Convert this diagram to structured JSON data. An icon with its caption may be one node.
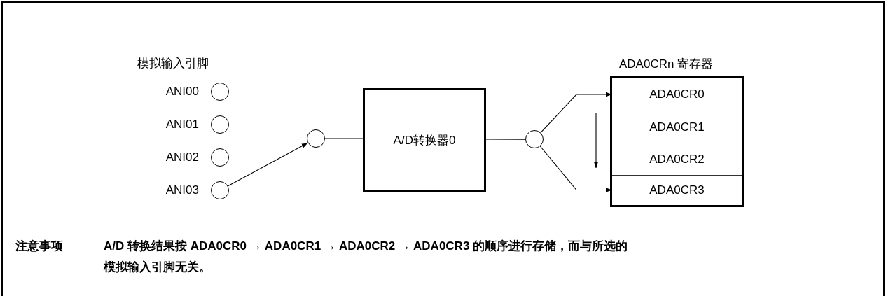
{
  "diagram": {
    "nodes": [
      {
        "text": [],
        "shape": "circle",
        "beside": [
          "ANI00"
        ]
      },
      {
        "text": [],
        "shape": "circle",
        "beside": [
          "ANI01"
        ]
      },
      {
        "text": [],
        "shape": "circle",
        "beside": [
          "ANI02"
        ]
      },
      {
        "text": [],
        "shape": "circle",
        "beside": [
          "ANI03"
        ]
      },
      {
        "text": [],
        "shape": "circle"
      },
      {
        "text": [
          "A/D转换器0"
        ]
      },
      {
        "text": [],
        "shape": "circle"
      },
      {
        "text": [
          "ADA0CRn 寄存器"
        ]
      },
      {
        "text": [
          "ADA0CR0"
        ],
        "in": 7
      },
      {
        "text": [
          "ADA0CR1"
        ],
        "in": 7
      },
      {
        "text": [
          "ADA0CR2"
        ],
        "in": 7
      },
      {
        "text": [
          "ADA0CR3"
        ],
        "in": 7
      }
    ],
    "edges": [
      {
        "from": 3,
        "to": 4,
        "arrow": "to"
      },
      {
        "from": 4,
        "to": 5,
        "arrow": "none"
      },
      {
        "from": 5,
        "to": 6,
        "arrow": "none"
      },
      {
        "from": 6,
        "to": 8,
        "arrow": "to"
      },
      {
        "from": 6,
        "to": 11,
        "arrow": "to"
      }
    ],
    "labels": [
      "模拟输入引脚",
      "注意事项",
      "A/D 转换结果按 ADA0CR0 → ADA0CR1 → ADA0CR2 → ADA0CR3 的顺序进行存储，而与所选的模拟输入引脚无关。"
    ]
  }
}
